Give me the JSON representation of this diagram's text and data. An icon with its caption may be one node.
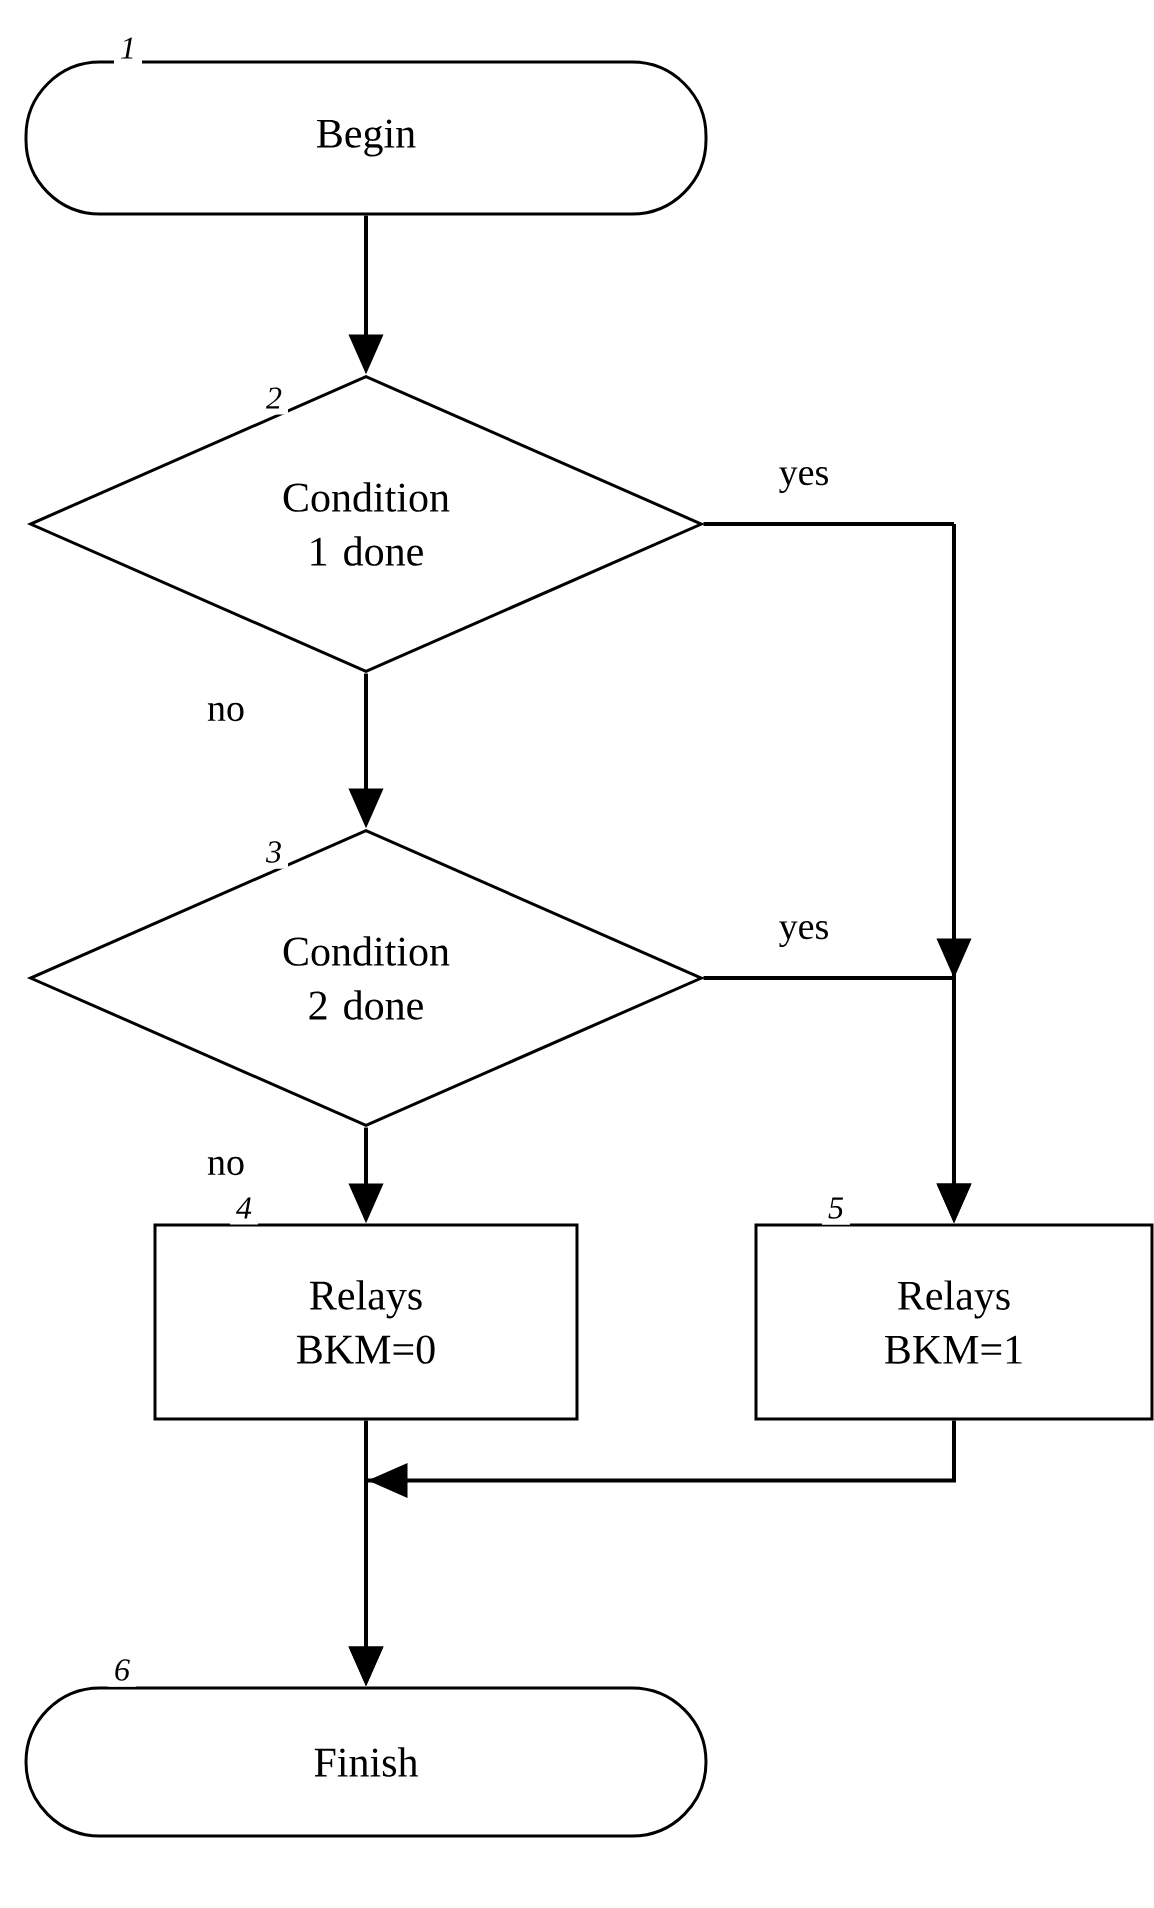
{
  "diagram": {
    "nodes": [
      {
        "text": [
          "Begin"
        ],
        "beside": [
          "1"
        ]
      },
      {
        "text": [
          "Condition 1 done"
        ],
        "beside": [
          "2"
        ]
      },
      {
        "text": [
          "Condition 2 done"
        ],
        "beside": [
          "3"
        ]
      },
      {
        "text": [
          "Relays BKM=0"
        ],
        "beside": [
          "4"
        ]
      },
      {
        "text": [
          "Relays BKM=1"
        ],
        "beside": [
          "5"
        ]
      },
      {
        "text": [
          "Finish"
        ],
        "beside": [
          "6"
        ]
      }
    ],
    "edges": [
      {
        "from": 0,
        "to": 1,
        "arrow": "to"
      },
      {
        "from": 1,
        "to": 2,
        "arrow": "to",
        "label": "no"
      },
      {
        "from": 1,
        "to": 4,
        "arrow": "to",
        "label": "yes"
      },
      {
        "from": 2,
        "to": 3,
        "arrow": "to",
        "label": "no"
      },
      {
        "from": 2,
        "to": 4,
        "arrow": "to",
        "label": "yes"
      },
      {
        "from": 3,
        "to": 5,
        "arrow": "to"
      },
      {
        "from": 4,
        "to": 5,
        "arrow": "to"
      }
    ]
  }
}
